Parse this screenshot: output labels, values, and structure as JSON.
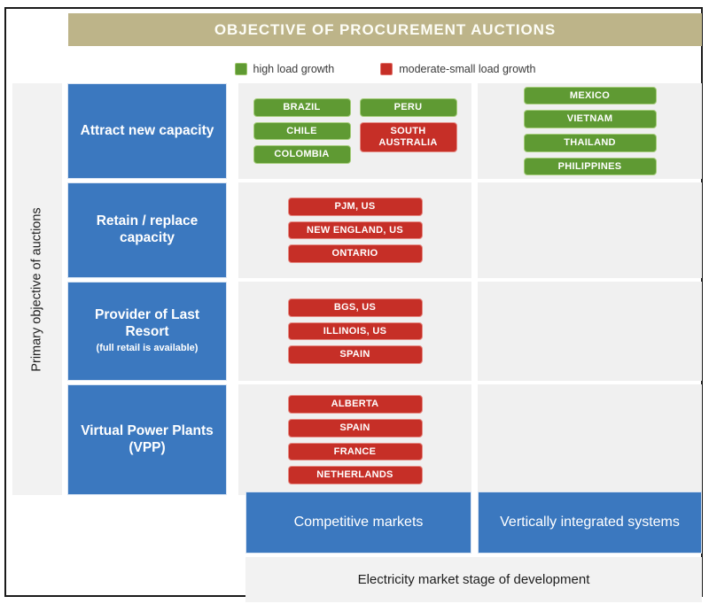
{
  "title": "OBJECTIVE OF PROCUREMENT  AUCTIONS",
  "colors": {
    "title_bar": "#bdb489",
    "blue": "#3b78bf",
    "green": "#5f9a33",
    "red": "#c62f27",
    "cell_bg": "#f0f0f0",
    "axis_bg": "#f2f2f2"
  },
  "legend": {
    "items": [
      {
        "label": "high load growth",
        "color_key": "green"
      },
      {
        "label": "moderate-small load growth",
        "color_key": "red"
      }
    ]
  },
  "axes": {
    "y_label": "Primary objective of auctions",
    "x_label": "Electricity market stage of development"
  },
  "stages": [
    {
      "label": "Competitive markets"
    },
    {
      "label": "Vertically integrated systems"
    }
  ],
  "rows": [
    {
      "category": {
        "title": "Attract new capacity",
        "sub": ""
      },
      "competitive": {
        "col1": [
          {
            "label": "BRAZIL",
            "type": "green"
          },
          {
            "label": "CHILE",
            "type": "green"
          },
          {
            "label": "COLOMBIA",
            "type": "green"
          }
        ],
        "col2": [
          {
            "label": "PERU",
            "type": "green"
          },
          {
            "label": "SOUTH AUSTRALIA",
            "type": "red"
          }
        ]
      },
      "vertical": [
        {
          "label": "MEXICO",
          "type": "green"
        },
        {
          "label": "VIETNAM",
          "type": "green"
        },
        {
          "label": "THAILAND",
          "type": "green"
        },
        {
          "label": "PHILIPPINES",
          "type": "green"
        }
      ]
    },
    {
      "category": {
        "title": "Retain / replace capacity",
        "sub": ""
      },
      "competitive": {
        "col1": [
          {
            "label": "PJM, US",
            "type": "red"
          },
          {
            "label": "NEW ENGLAND, US",
            "type": "red"
          },
          {
            "label": "ONTARIO",
            "type": "red"
          }
        ],
        "col2": []
      },
      "vertical": []
    },
    {
      "category": {
        "title": "Provider of Last Resort",
        "sub": "(full retail is available)"
      },
      "competitive": {
        "col1": [
          {
            "label": "BGS, US",
            "type": "red"
          },
          {
            "label": "ILLINOIS, US",
            "type": "red"
          },
          {
            "label": "SPAIN",
            "type": "red"
          }
        ],
        "col2": []
      },
      "vertical": []
    },
    {
      "category": {
        "title": "Virtual Power Plants (VPP)",
        "sub": ""
      },
      "competitive": {
        "col1": [
          {
            "label": "ALBERTA",
            "type": "red"
          },
          {
            "label": "SPAIN",
            "type": "red"
          },
          {
            "label": "FRANCE",
            "type": "red"
          },
          {
            "label": "NETHERLANDS",
            "type": "red"
          }
        ],
        "col2": []
      },
      "vertical": []
    }
  ]
}
